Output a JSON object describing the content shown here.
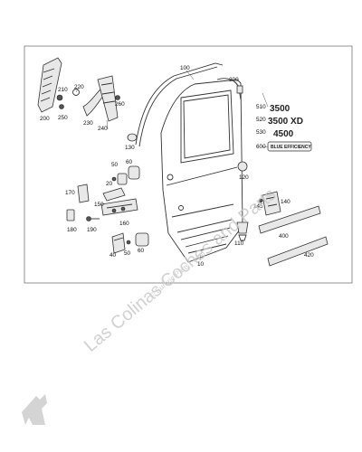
{
  "diagram": {
    "callouts": {
      "c10": "10",
      "c20": "20",
      "c40": "40",
      "c50": "50",
      "c60": "60",
      "c100": "100",
      "c110": "110",
      "c120": "120",
      "c130": "130",
      "c140": "140",
      "c145": "145",
      "c150": "150",
      "c160": "160",
      "c170": "170",
      "c180": "180",
      "c190": "190",
      "c200": "200",
      "c210": "210",
      "c220": "220",
      "c230": "230",
      "c240": "240",
      "c250": "250",
      "c260": "260",
      "c300": "300",
      "c400": "400",
      "c420": "420",
      "c510": "510",
      "c520": "520",
      "c530": "530",
      "c600": "600"
    },
    "badges": {
      "b510": "3500",
      "b520": "3500 XD",
      "b530": "4500",
      "b600": "BLUE EFFICIENCY"
    }
  },
  "watermark": {
    "main": "Las Colinas Coches and Parts",
    "copyright": "© Europe Parts . com"
  }
}
